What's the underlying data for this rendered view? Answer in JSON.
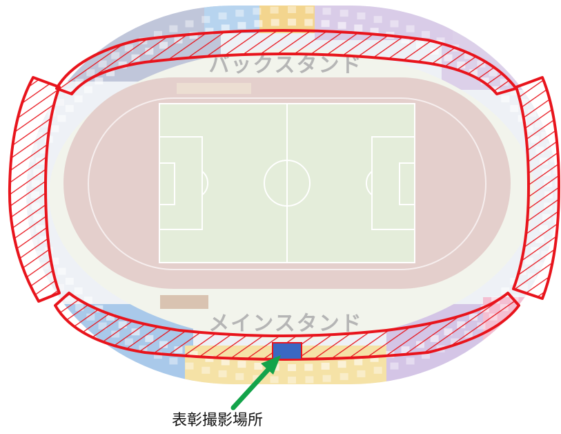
{
  "labels": {
    "back_stand": "バックスタンド",
    "main_stand": "メインスタンド",
    "photo_spot": "表彰撮影場所"
  },
  "colors": {
    "highlight_red": "#e8141c",
    "photo_spot_blue": "#3a68c2",
    "arrow_green": "#13a34a",
    "track": "#e4cfcc",
    "pitch": "#e4edda",
    "concourse": "#f2f4ec",
    "seat_blue": "#9fc3e6",
    "seat_navy": "#8e98b8",
    "seat_purple": "#cdbde0",
    "seat_pink": "#f3b3c8",
    "seat_yellow": "#f4dc93",
    "seat_green": "#d5e1b6",
    "seat_grey": "#d4d4d4"
  },
  "icons": {
    "photo_pointer": "arrow-icon"
  }
}
